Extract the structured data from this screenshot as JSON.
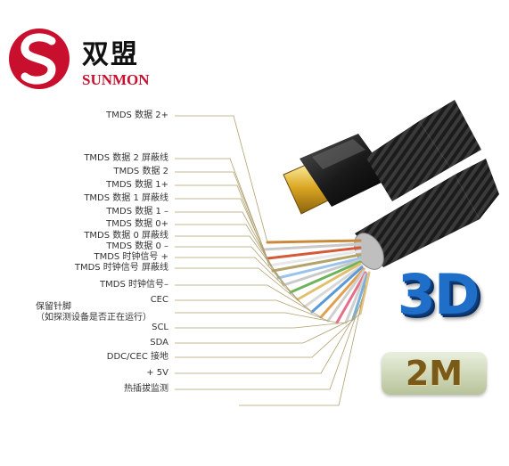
{
  "brand": {
    "name_cn": "双盟",
    "name_en": "SUNMON",
    "logo_color": "#c8102e"
  },
  "pins": [
    {
      "label": "TMDS 数据 2+"
    },
    {
      "label": "TMDS 数据 2 屏蔽线"
    },
    {
      "label": "TMDS 数据 2"
    },
    {
      "label": "TMDS 数据 1+"
    },
    {
      "label": "TMDS 数据 1 屏蔽线"
    },
    {
      "label": "TMDS  数据  1 –"
    },
    {
      "label": "TMDS 数据 0+"
    },
    {
      "label": "TMDS 数据 0 屏蔽线"
    },
    {
      "label": "TMDS 数据 0 –"
    },
    {
      "label": "TMDS 时钟信号 +"
    },
    {
      "label": "TMDS 时钟信号 屏蔽线"
    },
    {
      "label": "TMDS 时钟信号–"
    },
    {
      "label": "CEC"
    },
    {
      "label": "保留针脚\n（如探测设备是否正在运行）"
    },
    {
      "label": "SCL"
    },
    {
      "label": "SDA"
    },
    {
      "label": "DDC/CEC 接地"
    },
    {
      "label": "+ 5V"
    },
    {
      "label": "热插拔监测"
    }
  ],
  "badges": {
    "three_d": "3D",
    "two_m": "2M"
  }
}
